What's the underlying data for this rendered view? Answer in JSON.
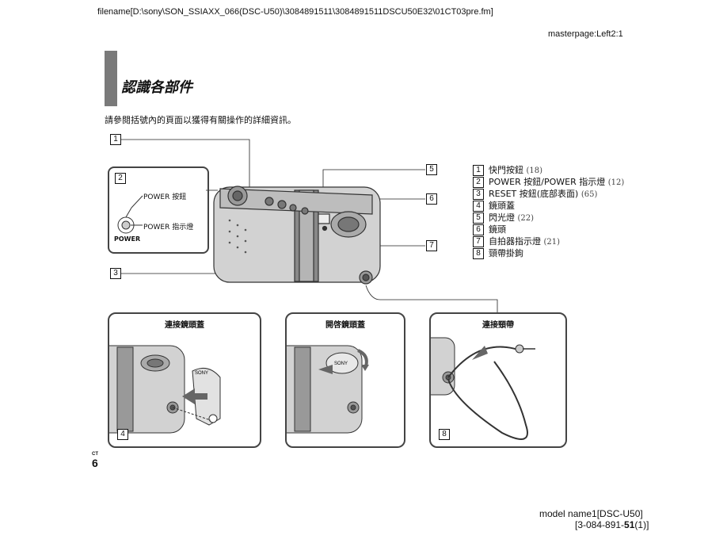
{
  "header": {
    "filename": "filename[D:\\sony\\SON_SSIAXX_066(DSC-U50)\\3084891511\\3084891511DSCU50E32\\01CT03pre.fm]",
    "masterpage": "masterpage:Left2:1"
  },
  "title": "認識各部件",
  "intro": "請參閱括號內的頁面以獲得有關操作的詳細資訊。",
  "callouts": {
    "n1": "1",
    "n2": "2",
    "n3": "3",
    "n4": "4",
    "n5": "5",
    "n6": "6",
    "n7": "7",
    "n8": "8"
  },
  "inset": {
    "power_button_label": "POWER 按鈕",
    "power_lamp_label": "POWER 指示燈",
    "power_mark": "POWER"
  },
  "legend": [
    {
      "num": "1",
      "text": "快門按鈕",
      "page": "(18)"
    },
    {
      "num": "2",
      "text": "POWER 按鈕/POWER 指示燈",
      "page": "(12)"
    },
    {
      "num": "3",
      "text": "RESET 按鈕(底部表面)",
      "page": "(65)"
    },
    {
      "num": "4",
      "text": "鏡頭蓋",
      "page": ""
    },
    {
      "num": "5",
      "text": "閃光燈",
      "page": "(22)"
    },
    {
      "num": "6",
      "text": "鏡頭",
      "page": ""
    },
    {
      "num": "7",
      "text": "自拍器指示燈",
      "page": "(21)"
    },
    {
      "num": "8",
      "text": "頸帶掛鉤",
      "page": ""
    }
  ],
  "panels": {
    "attach_cap": "連接鏡頭蓋",
    "open_cap": "開啓鏡頭蓋",
    "attach_strap": "連接頸帶",
    "sony_logo": "SONY"
  },
  "page_number": "6",
  "page_lang": "CT",
  "footer": {
    "model": "model name1[DSC-U50]",
    "code_pre": "[3-084-891-",
    "code_bold": "51",
    "code_post": "(1)]"
  }
}
